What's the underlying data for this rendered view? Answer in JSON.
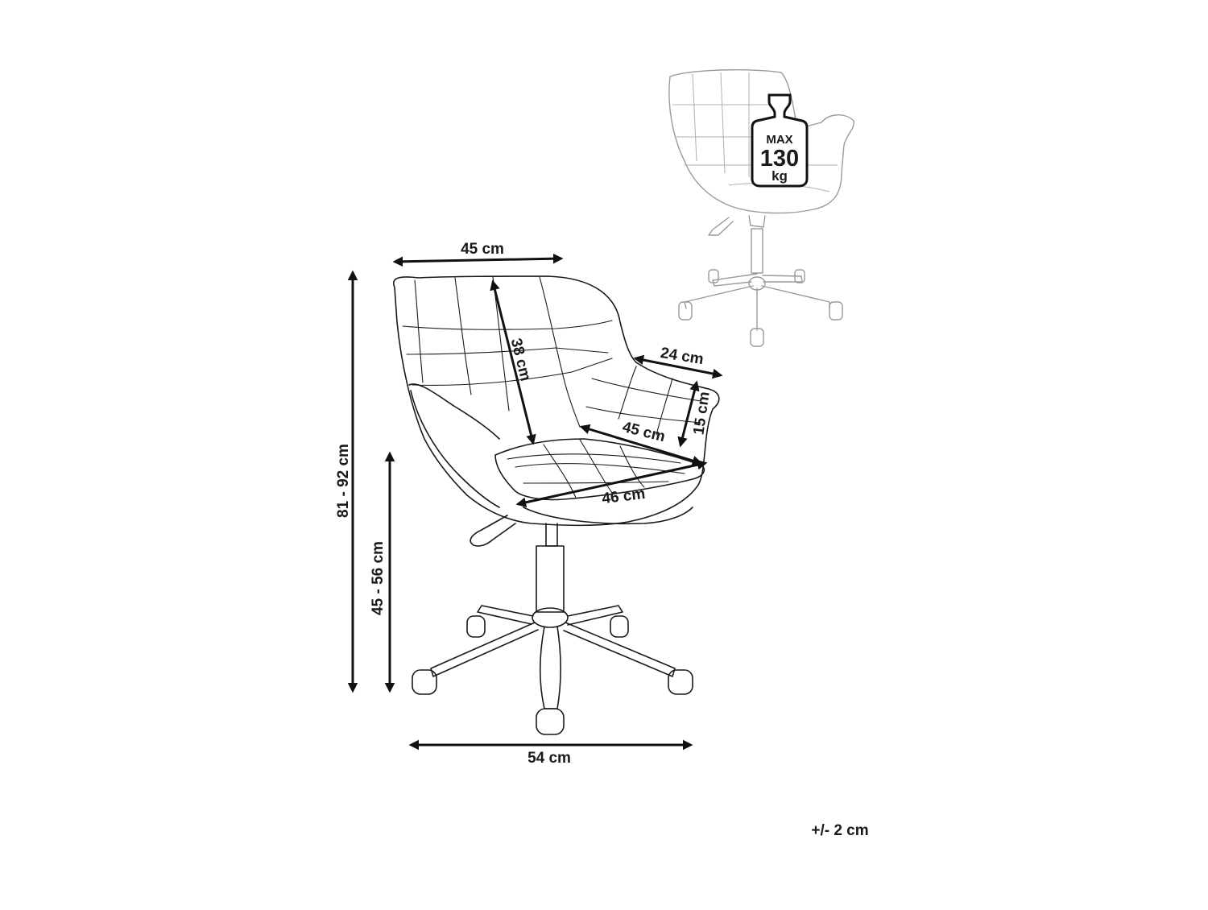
{
  "dimensions": {
    "backrest_width": "45 cm",
    "backrest_height": "38 cm",
    "armrest_depth": "24 cm",
    "armrest_height": "15 cm",
    "seat_depth": "45 cm",
    "seat_width": "46 cm",
    "total_height": "81 - 92 cm",
    "seat_height": "45 - 56 cm",
    "base_width": "54 cm"
  },
  "load_badge": {
    "line1": "MAX",
    "line2": "130",
    "line3": "kg"
  },
  "tolerance": "+/- 2 cm",
  "colors": {
    "line": "#1a1a1a",
    "ghost_line": "#9a9a9a",
    "background": "#ffffff"
  }
}
